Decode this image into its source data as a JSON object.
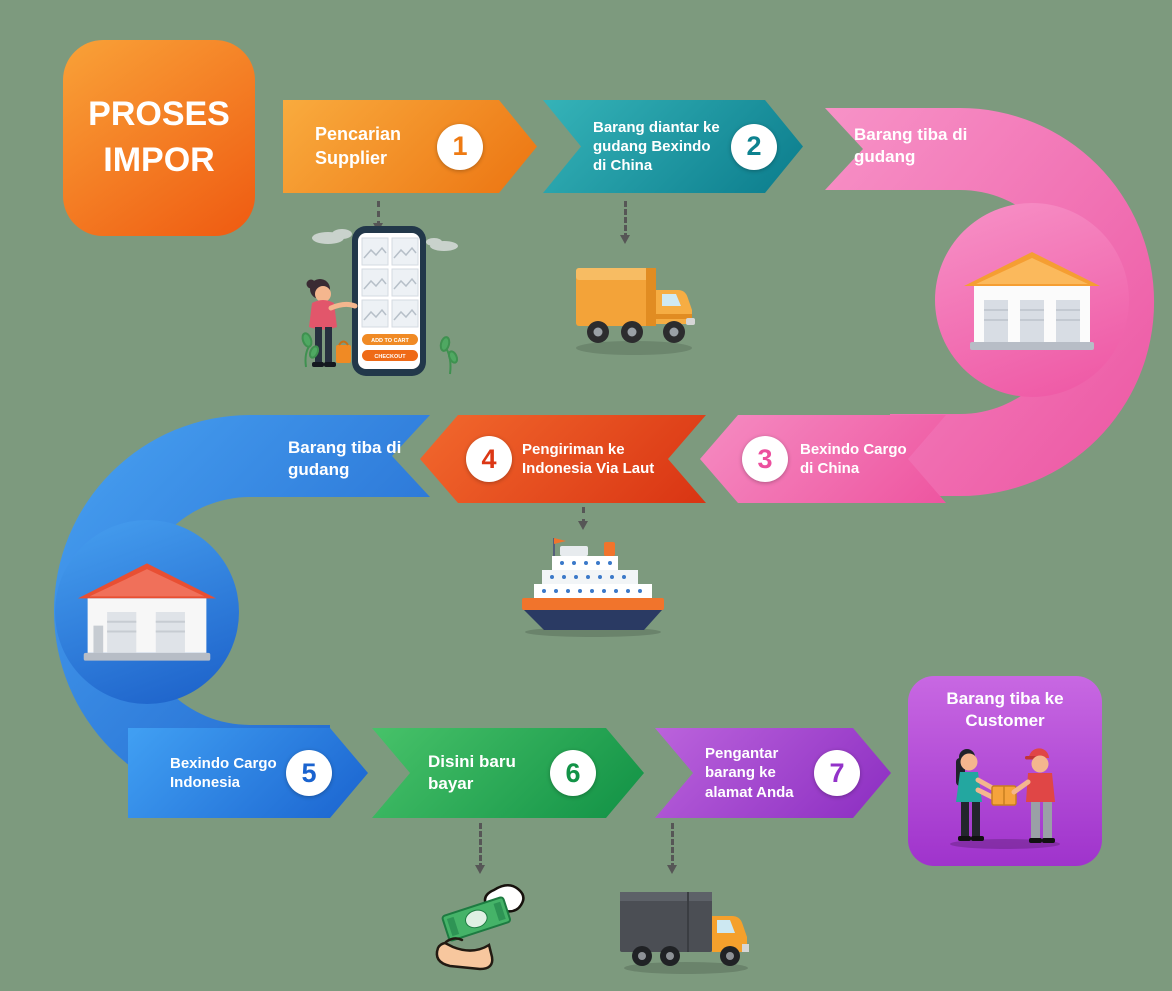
{
  "palette": {
    "background": "#7d9a7e",
    "title_orange": "#ef5a11",
    "step1_orange": "#ee7a12",
    "step2_teal": "#0d828f",
    "step3_pink": "#ec4f9e",
    "step4_red": "#dc3715",
    "step5_blue": "#1a63cf",
    "step6_green": "#129347",
    "step7_purple": "#9333c9",
    "customer_purple": "#9f33cc"
  },
  "title_box": {
    "label": "PROSES IMPOR"
  },
  "steps": [
    {
      "number": "1",
      "label": "Pencarian Supplier"
    },
    {
      "number": "2",
      "label": "Barang diantar ke gudang Bexindo di China"
    },
    {
      "number": "3",
      "label": "Bexindo Cargo di China"
    },
    {
      "number": "4",
      "label": "Pengiriman ke Indonesia Via Laut"
    },
    {
      "number": "5",
      "label": "Bexindo Cargo Indonesia"
    },
    {
      "number": "6",
      "label": "Disini baru bayar"
    },
    {
      "number": "7",
      "label": "Pengantar barang ke alamat Anda"
    }
  ],
  "banners": {
    "pink": {
      "label": "Barang tiba di gudang"
    },
    "blue": {
      "label": "Barang tiba di gudang"
    }
  },
  "customer_box": {
    "label": "Barang tiba ke Customer"
  },
  "phone_app": {
    "add_to_cart": "ADD TO CART",
    "checkout": "CHECKOUT"
  }
}
